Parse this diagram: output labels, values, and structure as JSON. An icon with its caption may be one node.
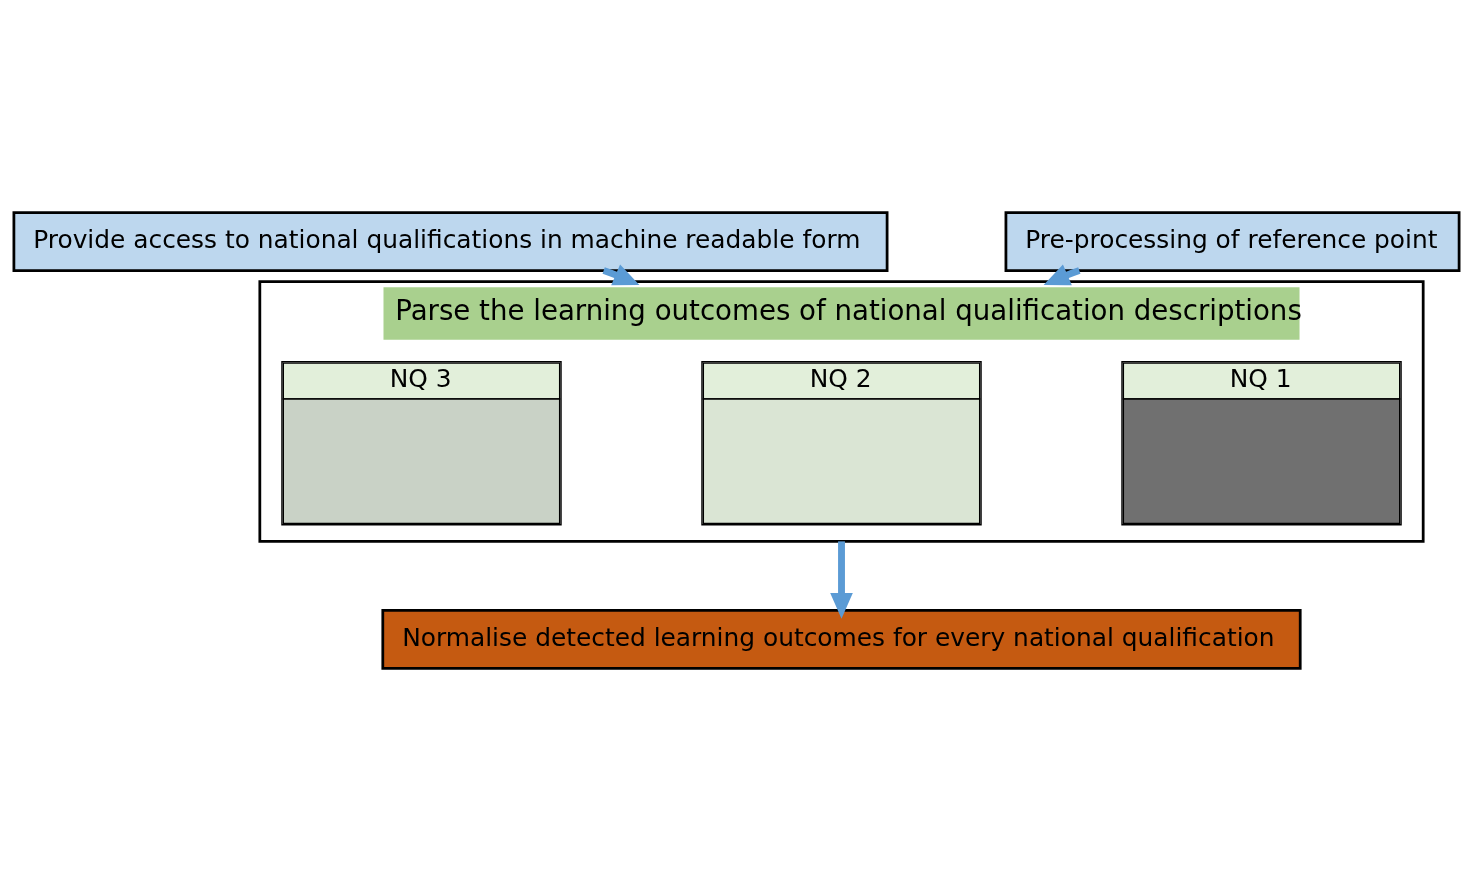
{
  "diagram": {
    "nodes": [
      {
        "text": [
          "Provide access to national qualifications in machine readable form"
        ]
      },
      {
        "text": [
          "Pre-processing of reference point"
        ]
      },
      {
        "text": [
          "Parse the learning outcomes of national qualification descriptions"
        ]
      },
      {
        "text": [
          "NQ 1"
        ],
        "in": 2
      },
      {
        "text": [
          "NQ 2"
        ],
        "in": 2
      },
      {
        "text": [
          "NQ 3"
        ],
        "in": 2
      },
      {
        "text": [
          "Normalise detected learning outcomes for every national qualification"
        ]
      }
    ],
    "edges": [
      {
        "from": 0,
        "to": 2,
        "arrow": "to"
      },
      {
        "from": 1,
        "to": 2,
        "arrow": "to"
      },
      {
        "from": 2,
        "to": 6,
        "arrow": "to"
      }
    ]
  }
}
